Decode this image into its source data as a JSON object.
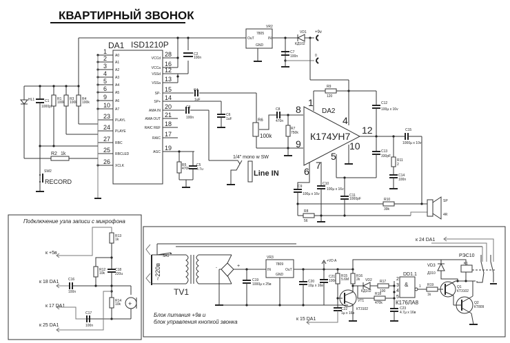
{
  "title": "КВАРТИРНЫЙ ЗВОНОК",
  "da1": {
    "ref": "DA1",
    "part": "ISD1210P",
    "left_pins": [
      {
        "num": "1",
        "name": "A0"
      },
      {
        "num": "2",
        "name": "A1"
      },
      {
        "num": "3",
        "name": "A2"
      },
      {
        "num": "4",
        "name": "A3"
      },
      {
        "num": "5",
        "name": "A4"
      },
      {
        "num": "6",
        "name": "A5"
      },
      {
        "num": "9",
        "name": "A6"
      },
      {
        "num": "10",
        "name": "A7"
      },
      {
        "num": "23",
        "name": "PLAYL"
      },
      {
        "num": "24",
        "name": "PLAYE"
      },
      {
        "num": "27",
        "name": "RBC"
      },
      {
        "num": "25",
        "name": "RBCLED"
      },
      {
        "num": "26",
        "name": "XCLK"
      }
    ],
    "right_pins": [
      {
        "num": "28",
        "name": "VCCd"
      },
      {
        "num": "16",
        "name": "VCCa"
      },
      {
        "num": "12",
        "name": "VSSd"
      },
      {
        "num": "13",
        "name": "VSSa"
      },
      {
        "num": "15",
        "name": "SP-"
      },
      {
        "num": "14",
        "name": "SP+"
      },
      {
        "num": "20",
        "name": "AMA IN"
      },
      {
        "num": "21",
        "name": "AMA OUT"
      },
      {
        "num": "18",
        "name": "RAIC REF"
      },
      {
        "num": "17",
        "name": "RAIC"
      },
      {
        "num": "19",
        "name": "AGC"
      }
    ]
  },
  "vr2": {
    "ref": "VR2",
    "part": "7805",
    "out": "OuT",
    "in": "IN",
    "gnd": "GND"
  },
  "vd1": {
    "ref": "VD1",
    "part": "КД102"
  },
  "supply_plus9": "+9v",
  "supply_zero": "0",
  "components_top": {
    "c2": {
      "ref": "C2",
      "value": "100n"
    },
    "c7": {
      "ref": "C7",
      "value": "100n"
    },
    "hl1": {
      "ref": "HL1"
    },
    "c1": {
      "ref": "C1",
      "value": "1000pF"
    },
    "r1": {
      "ref": "R1",
      "value": "100k"
    },
    "r3": {
      "ref": "R3",
      "value": "100k"
    },
    "r4": {
      "ref": "R4",
      "value": "100k"
    },
    "r2": {
      "ref": "R2",
      "value": "1k"
    },
    "sw2": {
      "ref": "SW2",
      "label": "RECORD"
    },
    "c4": {
      "ref": "C4",
      "value": "1uF"
    },
    "c6": {
      "ref": "C6",
      "value": "1uF"
    },
    "c3": {
      "ref": "C3",
      "value": "100n"
    },
    "r5": {
      "ref": "R5",
      "value": "470k"
    },
    "c5": {
      "ref": "C5",
      "value": "4.7u"
    },
    "r6": {
      "ref": "R6",
      "value": "100k"
    },
    "c8": {
      "ref": "C8",
      "value": "470n"
    },
    "r7": {
      "ref": "R7",
      "value": "750k"
    },
    "r9": {
      "ref": "R9",
      "value": "120"
    },
    "c12": {
      "ref": "C12",
      "value": "100µ x 16v"
    },
    "c13": {
      "ref": "C13",
      "value": "330pF"
    },
    "c15": {
      "ref": "C15",
      "value": "1000µ x 10v"
    },
    "r11": {
      "ref": "R11",
      "value": "2"
    },
    "c14": {
      "ref": "C14",
      "value": "100n"
    },
    "c9": {
      "ref": "C9",
      "value": "100µ x 16v"
    },
    "c10": {
      "ref": "C10",
      "value": "100µ x 16v"
    },
    "c11": {
      "ref": "C11",
      "value": "1000pF"
    },
    "r10": {
      "ref": "R10",
      "value": "39k"
    },
    "r8": {
      "ref": "R8",
      "value": "56"
    },
    "sp": {
      "ref": "SP",
      "value": "4R"
    }
  },
  "jack": {
    "label": "1/4\" mono w SW",
    "name": "Line IN"
  },
  "da2": {
    "ref": "DA2",
    "part": "К174УН7",
    "pins": [
      "1",
      "8",
      "9",
      "4",
      "12",
      "10",
      "5",
      "7",
      "6"
    ]
  },
  "mic_block": {
    "title": "Подключение узла записи с микрофона",
    "labels": [
      "к +5в",
      "к 18 DA1",
      "к 17 DA1",
      "к 25 DA1"
    ],
    "r13": {
      "ref": "R13",
      "value": "1k"
    },
    "r12": {
      "ref": "R12",
      "value": "10k"
    },
    "c18": {
      "ref": "C18",
      "value": "220u"
    },
    "c16": {
      "ref": "C16",
      "value": "100n"
    },
    "r14": {
      "ref": "R14",
      "value": "10k"
    },
    "c17": {
      "ref": "C17",
      "value": "100n"
    }
  },
  "psu_block": {
    "caption_line1": "Блок питания +9в и",
    "caption_line2": "блок управления кнопкой звонка",
    "mains": "~220в",
    "sa1": "SA1",
    "tv1": "TV1",
    "c19": {
      "ref": "C19",
      "value": "1000µ x 25в"
    },
    "vr3": {
      "ref": "VR3",
      "part": "7809",
      "in": "IN",
      "out": "OuT",
      "gnd": "GND"
    },
    "c20": {
      "ref": "C20",
      "value": "10µ x 16в"
    },
    "c21": {
      "ref": "C21",
      "value": "100n"
    },
    "vd_a": "+VD A",
    "r15": {
      "ref": "R15",
      "value": "5.6M"
    },
    "r16": {
      "ref": "R16",
      "value": "2k"
    },
    "vd2": {
      "ref": "VD2",
      "part": "КД102"
    },
    "r17": {
      "ref": "R17",
      "value": "100"
    },
    "r18": {
      "ref": "R18",
      "value": "470k"
    },
    "vt1": {
      "ref": "VT1",
      "part": "КТ3102"
    },
    "c22": {
      "ref": "C22",
      "value": "1µ x 16в"
    },
    "c23": {
      "ref": "C23",
      "value": "4.7µ x 16в"
    },
    "dd1": {
      "ref": "DD1.1",
      "part": "К176ЛА8",
      "pins": [
        "2",
        "3",
        "4",
        "5"
      ],
      "out_pin": "1",
      "sym": "&"
    },
    "k15": "к 15 DA1",
    "k24": "к 24 DA1",
    "vd3": {
      "ref": "VD3",
      "part": "Д310"
    },
    "relay": {
      "ref": "K1",
      "part": "РЭС10"
    },
    "r19": {
      "ref": "R19",
      "value": "1k"
    },
    "q1": {
      "ref": "Q1",
      "part": "КТ3102"
    },
    "q2": {
      "ref": "Q2",
      "part": "КТ809"
    }
  }
}
